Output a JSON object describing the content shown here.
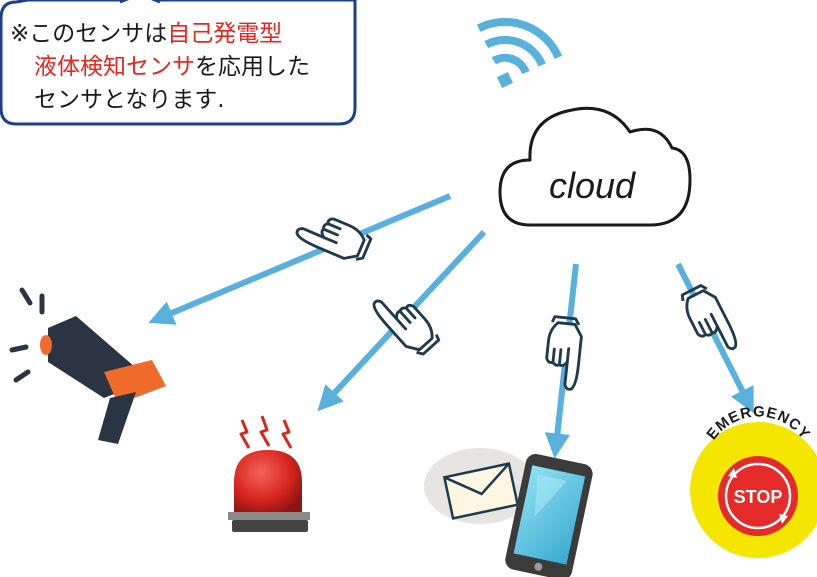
{
  "note": {
    "line1_prefix": "※このセンサは",
    "line1_highlight": "自己発電型",
    "line2_highlight": "液体検知センサ",
    "line2_suffix": "を応用した",
    "line3": "センサとなります."
  },
  "cloud": {
    "label": "cloud"
  },
  "stop_button": {
    "ring_text": "EMERGENCY",
    "center_text": "STOP"
  },
  "colors": {
    "arrow": "#58b0dd",
    "wifi": "#58b0dd",
    "callout_border": "#1e3f8c",
    "highlight_text": "#e8251f",
    "hand_outline": "#1f3a4d",
    "megaphone_body": "#2a3442",
    "megaphone_accent": "#f06a2a",
    "siren_red": "#d8261f",
    "phone_frame": "#3b3b3b",
    "phone_screen": "#5ec9e6",
    "emergency_yellow": "#f5e600",
    "emergency_red": "#e52a2a"
  },
  "icons": [
    "wifi-icon",
    "cloud-icon",
    "pointing-hand-icon",
    "megaphone-icon",
    "siren-light-icon",
    "envelope-icon",
    "smartphone-icon",
    "emergency-stop-icon"
  ]
}
